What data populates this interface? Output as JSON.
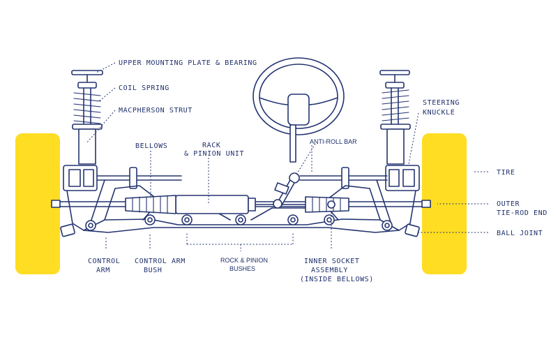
{
  "labels": {
    "upper_mount": "UPPER MOUNTING PLATE & BEARING",
    "coil_spring": "COIL SPRING",
    "macpherson": "MACPHERSON STRUT",
    "bellows": "BELLOWS",
    "rack_line1": "RACK",
    "rack_line2": "& PINION UNIT",
    "anti_roll": "ANTI-ROLL BAR",
    "steering_knuckle_line1": "STEERING",
    "steering_knuckle_line2": "KNUCKLE",
    "tire": "TIRE",
    "outer_tie_line1": "OUTER",
    "outer_tie_line2": "TIE-ROD END",
    "ball_joint": "BALL JOINT",
    "control_arm_line1": "CONTROL",
    "control_arm_line2": "ARM",
    "control_bush_line1": "CONTROL ARM",
    "control_bush_line2": "BUSH",
    "rp_bushes_line1": "ROCK & PINION",
    "rp_bushes_line2": "BUSHES",
    "inner_socket_line1": "INNER SOCKET",
    "inner_socket_line2": "ASSEMBLY",
    "inner_socket_line3": "(INSIDE BELLOWS)"
  },
  "colors": {
    "line": "#233370",
    "text": "#1f2f6b",
    "tire": "#ffdd22"
  }
}
